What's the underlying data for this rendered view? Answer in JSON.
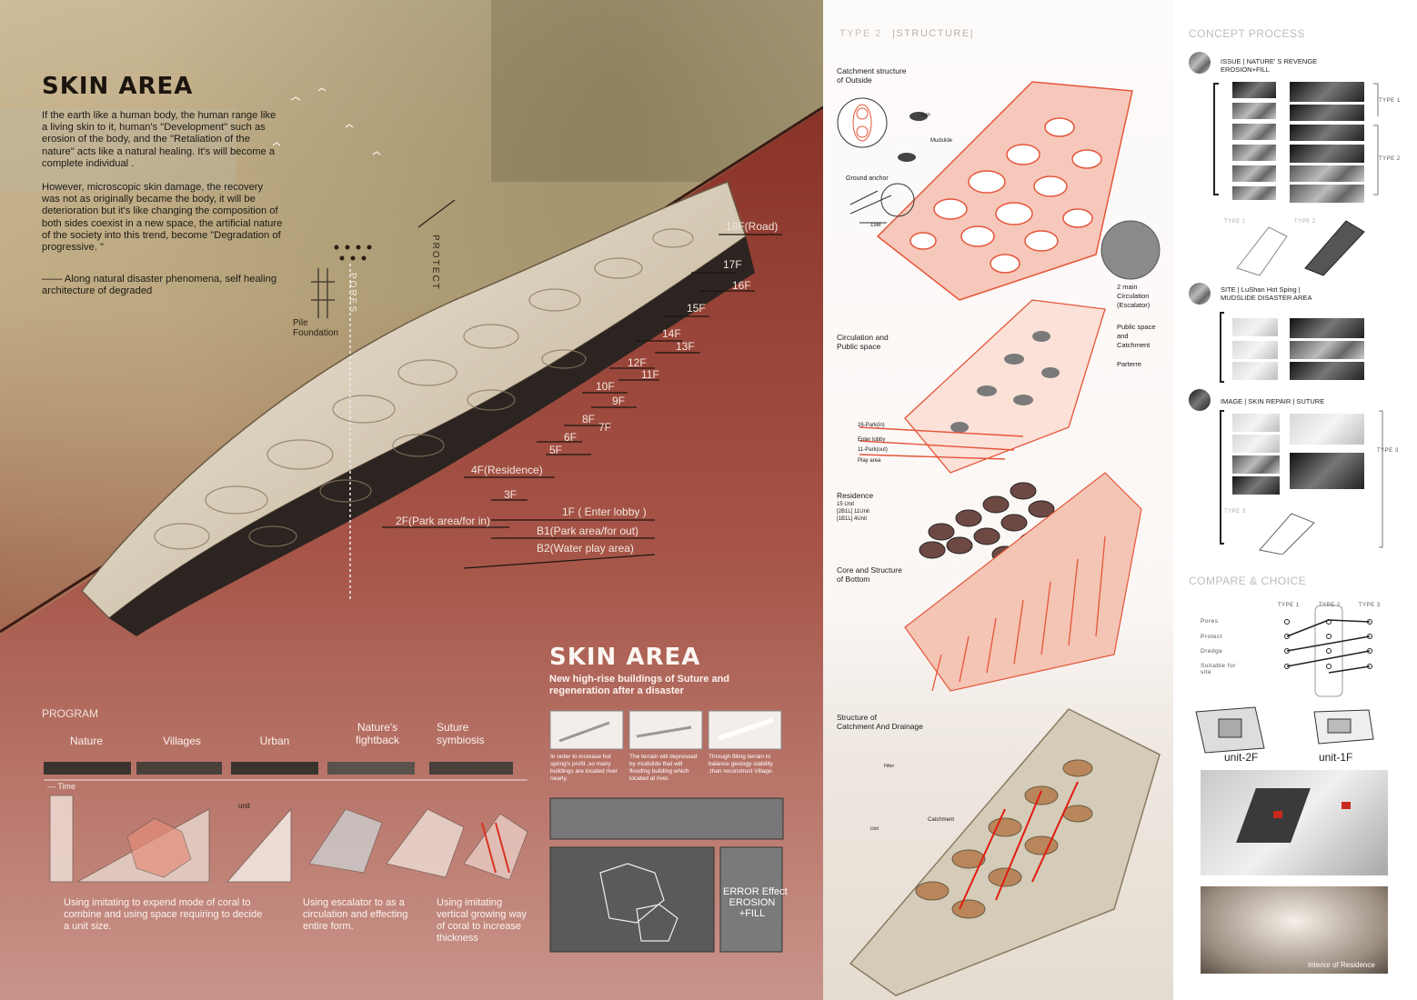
{
  "left": {
    "title": "SKIN AREA",
    "paragraph1": "If the earth like a human body, the human range like a living skin to it, human's \"Development\" such as erosion of the body, and the \"Retaliation of the nature\" acts like a natural healing. It's will become a complete individual .",
    "paragraph2": "However, microscopic skin damage, the recovery was not as originally became the body, it will be deterioration but it's like changing the composition of both sides coexist in a new space, the artificial nature of the society into this trend, become \"Degradation of progressive. \"",
    "paragraph3": "—— Along natural disaster phenomena, self healing architecture of degraded",
    "labels": {
      "pores": "PORES",
      "protect": "PROTECT",
      "pile_foundation": "Pile\nFoundation"
    },
    "floors": [
      "18F(Road)",
      "17F",
      "16F",
      "15F",
      "14F",
      "13F",
      "12F",
      "11F",
      "10F",
      "9F",
      "8F",
      "7F",
      "6F",
      "5F",
      "4F(Residence)",
      "3F",
      "2F(Park area/for in)",
      "1F ( Enter lobby )",
      "B1(Park area/for out)",
      "B2(Water play area)"
    ],
    "program": {
      "title": "PROGRAM",
      "stages": [
        "Nature",
        "Villages",
        "Urban",
        "Nature's\nfightback",
        "Suture\nsymbiosis"
      ],
      "time_label": "— Time",
      "unit_label": "unit",
      "captions": [
        "Using imitating to expend mode of coral to combine and using space requiring to decide a unit size.",
        "Using escalator to as a circulation and effecting entire form.",
        "Using imitating vertical growing way of coral to increase thickness"
      ]
    },
    "skin_area2": {
      "title": "SKIN AREA",
      "subtitle": "New high-rise buildings of Suture and regeneration after a disaster",
      "captions": [
        "In order to increase hot spring's profit ,so many buildings are located river nearly.",
        "The terrain will depressed by mudslide that will flooding building which located at river.",
        "Through filling terrain to balance geology stability ,than reconstruct Village."
      ],
      "erosion_box": "ERROR Effect\nEROSION\n+FILL"
    }
  },
  "middle": {
    "header_type": "TYPE 2",
    "header_structure": "|STRUCTURE|",
    "labels": {
      "catchment_outside": "Catchment structure\nof Outside",
      "sun": "Sun",
      "mudslide": "Mudslide",
      "ground_anchor": "Ground anchor",
      "fifteen_m": "15M",
      "circulation_public": "Circulation and\nPublic space",
      "two_main": "2 main\nCirculation\n(Escalator)",
      "public_catchment": "Public space\nand\nCatchment",
      "parterre": "Parterre",
      "park_in": "26-Park(in)",
      "enter_lobby": "Enter lobby",
      "park_out": "11-Park(out)",
      "play_area": "Play area",
      "residence": "Residence",
      "residence_units": "15 Unit\n[2B1L] 11Unit\n[1B1L] 4Unit",
      "core_structure": "Core and Structure\nof Bottom",
      "structure_catchment": "Structure of\nCatchment And Drainage",
      "catchment": "Catchment",
      "filter": "Filter",
      "unit": "Unit"
    }
  },
  "right": {
    "concept_title": "CONCEPT PROCESS",
    "issue": "ISSUE | NATURE' S REVENGE\nEROSION+FILL",
    "type1": "TYPE 1",
    "type2": "TYPE 2",
    "type3": "TYPE 3",
    "site": "SITE | LuShan Hot Sping |\nMUDSLIDE DISASTER AREA",
    "image": "IMAGE | SKIN REPAIR | SUTURE",
    "compare_title": "COMPARE & CHOICE",
    "compare_cols": [
      "TYPE 1",
      "TYPE 2",
      "TYPE 3"
    ],
    "compare_rows": [
      "Pores",
      "Protect",
      "Dredge",
      "Suitable for\nsite"
    ],
    "unit_2f": "unit-2F",
    "unit_1f": "unit-1F",
    "interior": "Interior of Residence"
  },
  "colors": {
    "accent_red": "#e5553a",
    "earth_red": "#9c4a3e",
    "parchment": "#d8c8a8"
  }
}
